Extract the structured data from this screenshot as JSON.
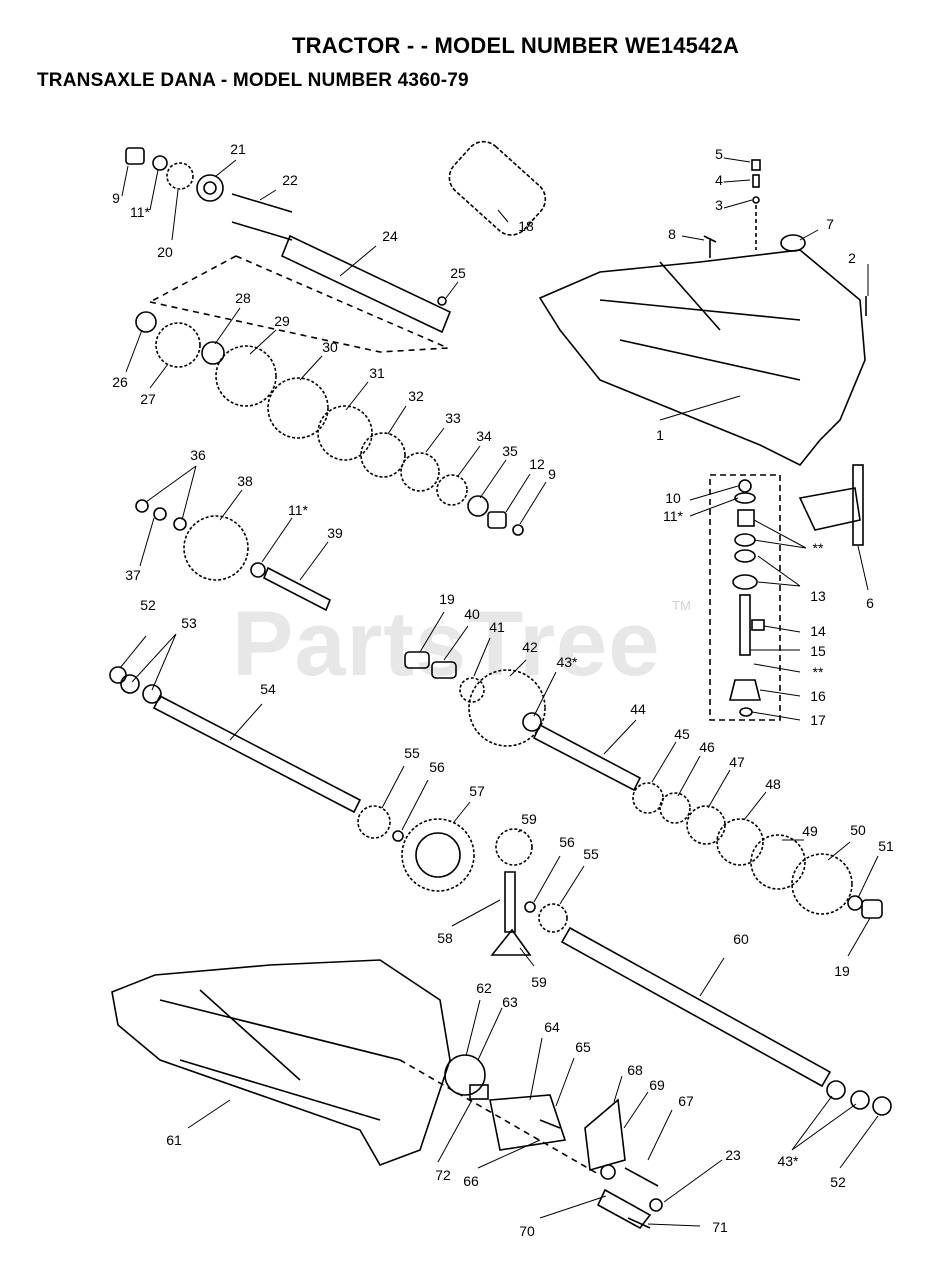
{
  "header": {
    "title": "TRACTOR - - MODEL NUMBER WE14542A",
    "subtitle": "TRANSAXLE DANA - MODEL NUMBER 4360-79"
  },
  "watermark": {
    "text": "PartsTree",
    "tm": "TM"
  },
  "callouts": [
    "1",
    "2",
    "3",
    "4",
    "5",
    "6",
    "7",
    "8",
    "9",
    "11*",
    "20",
    "21",
    "22",
    "24",
    "25",
    "18",
    "26",
    "27",
    "28",
    "29",
    "30",
    "31",
    "32",
    "33",
    "34",
    "35",
    "12",
    "9",
    "36",
    "37",
    "38",
    "11*",
    "39",
    "10",
    "11*",
    "**",
    "13",
    "14",
    "15",
    "**",
    "16",
    "17",
    "52",
    "53",
    "54",
    "19",
    "40",
    "41",
    "42",
    "43*",
    "44",
    "45",
    "46",
    "47",
    "48",
    "49",
    "50",
    "51",
    "19",
    "55",
    "56",
    "57",
    "59",
    "56",
    "55",
    "58",
    "59",
    "60",
    "61",
    "62",
    "63",
    "64",
    "65",
    "68",
    "69",
    "67",
    "23",
    "43*",
    "52",
    "72",
    "66",
    "70",
    "71"
  ]
}
